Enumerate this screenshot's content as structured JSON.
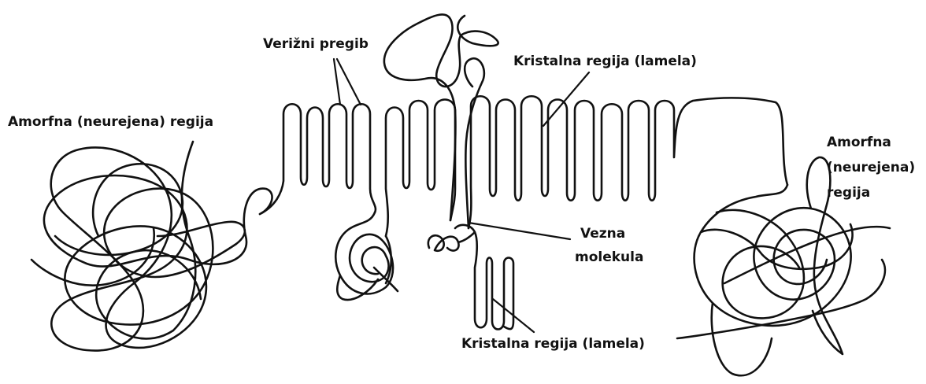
{
  "labels": {
    "chain_fold": "Verižni pregib",
    "amorphous_left": "Amorfna (neurejena) regija",
    "crystalline_top": "Kristalna regija (lamela)",
    "amorphous_right_line1": "Amorfna",
    "amorphous_right_line2": "(neurejena)",
    "amorphous_right_line3": "regija",
    "tie_molecule_line1": "Vezna",
    "tie_molecule_line2": "molekula",
    "crystalline_bottom": "Kristalna regija (lamela)"
  },
  "colors": {
    "ink": "#111111",
    "background": "#ffffff"
  }
}
